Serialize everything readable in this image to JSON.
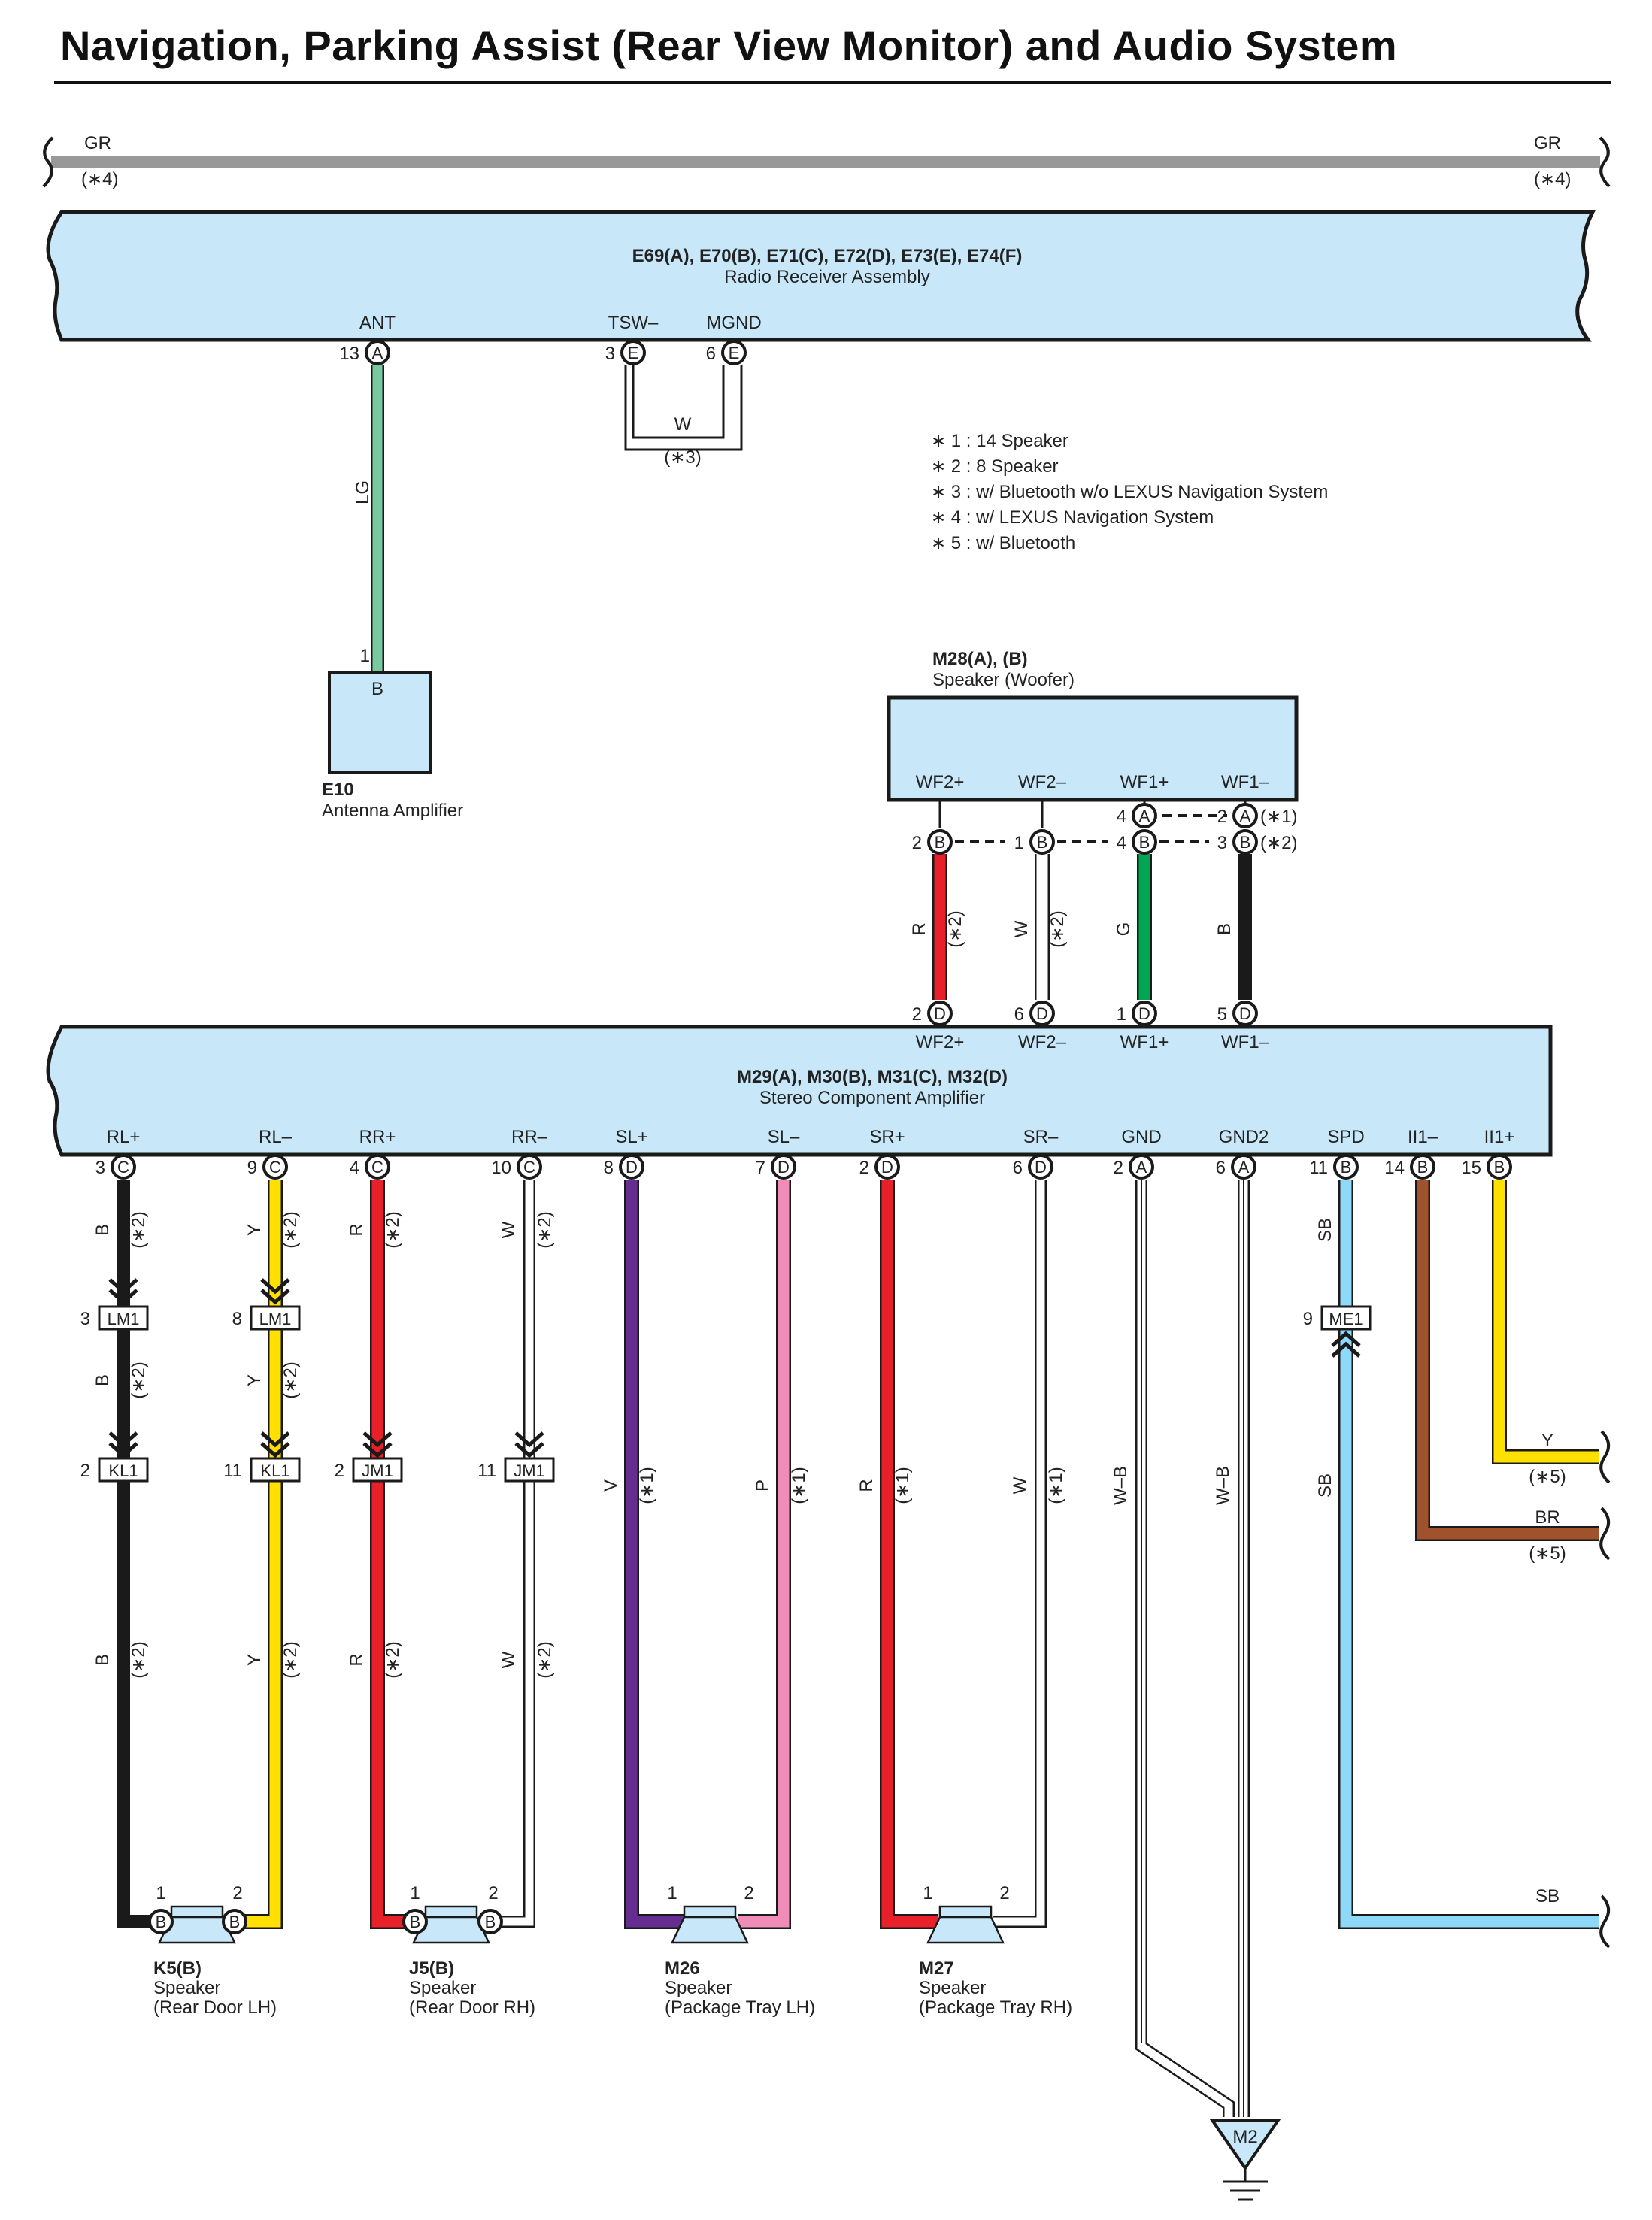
{
  "title": "Navigation, Parking Assist (Rear View Monitor) and Audio System",
  "top_bus": {
    "wire_color": "GR",
    "note": "(∗4)"
  },
  "radio": {
    "code": "E69(A), E70(B), E71(C), E72(D), E73(E), E74(F)",
    "name": "Radio Receiver Assembly",
    "pins": [
      {
        "label": "ANT",
        "num": "13",
        "conn": "A"
      },
      {
        "label": "TSW–",
        "num": "3",
        "conn": "E"
      },
      {
        "label": "MGND",
        "num": "6",
        "conn": "E"
      }
    ],
    "tsw_wire": "W",
    "tsw_note": "(∗3)"
  },
  "antenna_wire": "LG",
  "antenna_amp": {
    "code": "E10",
    "name": "Antenna Amplifier",
    "pin": "1",
    "conn": "B"
  },
  "notes": [
    "∗ 1 : 14 Speaker",
    "∗ 2 : 8 Speaker",
    "∗ 3 : w/ Bluetooth w/o LEXUS Navigation System",
    "∗ 4 : w/ LEXUS Navigation System",
    "∗ 5 : w/ Bluetooth"
  ],
  "woofer": {
    "code": "M28(A), (B)",
    "name": "Speaker (Woofer)",
    "pins": [
      "WF2+",
      "WF2–",
      "WF1+",
      "WF1–"
    ],
    "alt_a": [
      {
        "num": "4",
        "conn": "A"
      },
      {
        "num": "2",
        "conn": "A",
        "note": "(∗1)"
      }
    ],
    "row_b": [
      {
        "num": "2",
        "conn": "B"
      },
      {
        "num": "1",
        "conn": "B"
      },
      {
        "num": "4",
        "conn": "B"
      },
      {
        "num": "3",
        "conn": "B",
        "note": "(∗2)"
      }
    ],
    "wires": [
      {
        "color": "R",
        "note": "(∗2)",
        "hex": "#e8202a"
      },
      {
        "color": "W",
        "note": "(∗2)",
        "hex": "#ffffff"
      },
      {
        "color": "G",
        "note": "",
        "hex": "#00a651"
      },
      {
        "color": "B",
        "note": "",
        "hex": "#1a1a1a"
      }
    ]
  },
  "amp": {
    "code": "M29(A), M30(B), M31(C), M32(D)",
    "name": "Stereo Component Amplifier",
    "top_pins": [
      {
        "label": "WF2+",
        "num": "2",
        "conn": "D"
      },
      {
        "label": "WF2–",
        "num": "6",
        "conn": "D"
      },
      {
        "label": "WF1+",
        "num": "1",
        "conn": "D"
      },
      {
        "label": "WF1–",
        "num": "5",
        "conn": "D"
      }
    ],
    "bottom_pins": [
      {
        "label": "RL+",
        "num": "3",
        "conn": "C"
      },
      {
        "label": "RL–",
        "num": "9",
        "conn": "C"
      },
      {
        "label": "RR+",
        "num": "4",
        "conn": "C"
      },
      {
        "label": "RR–",
        "num": "10",
        "conn": "C"
      },
      {
        "label": "SL+",
        "num": "8",
        "conn": "D"
      },
      {
        "label": "SL–",
        "num": "7",
        "conn": "D"
      },
      {
        "label": "SR+",
        "num": "2",
        "conn": "D"
      },
      {
        "label": "SR–",
        "num": "6",
        "conn": "D"
      },
      {
        "label": "GND",
        "num": "2",
        "conn": "A"
      },
      {
        "label": "GND2",
        "num": "6",
        "conn": "A"
      },
      {
        "label": "SPD",
        "num": "11",
        "conn": "B"
      },
      {
        "label": "II1–",
        "num": "14",
        "conn": "B"
      },
      {
        "label": "II1+",
        "num": "15",
        "conn": "B"
      }
    ]
  },
  "wires": [
    {
      "color": "B",
      "hex": "#1a1a1a"
    },
    {
      "color": "Y",
      "hex": "#ffe000"
    },
    {
      "color": "R",
      "hex": "#e8202a"
    },
    {
      "color": "W",
      "hex": "#ffffff"
    },
    {
      "color": "V",
      "hex": "#662d91"
    },
    {
      "color": "P",
      "hex": "#f08cb8"
    },
    {
      "color": "R",
      "hex": "#e8202a"
    },
    {
      "color": "W",
      "hex": "#ffffff"
    },
    {
      "color": "W–B",
      "hex": "#ffffff"
    },
    {
      "color": "W–B",
      "hex": "#ffffff"
    },
    {
      "color": "SB",
      "hex": "#8ed8f8"
    },
    {
      "color": "BR",
      "hex": "#a0522d"
    },
    {
      "color": "Y",
      "hex": "#ffe000"
    }
  ],
  "note1": "(∗1)",
  "note2": "(∗2)",
  "note5": "(∗5)",
  "junctions": [
    {
      "name": "LM1",
      "num": "3"
    },
    {
      "name": "LM1",
      "num": "8"
    },
    {
      "name": "KL1",
      "num": "2"
    },
    {
      "name": "KL1",
      "num": "11"
    },
    {
      "name": "JM1",
      "num": "2"
    },
    {
      "name": "JM1",
      "num": "11"
    },
    {
      "name": "ME1",
      "num": "9"
    }
  ],
  "speakers": [
    {
      "code": "K5(B)",
      "type": "Speaker",
      "loc": "(Rear Door LH)",
      "pin1": "1",
      "pin2": "2",
      "conn": "B"
    },
    {
      "code": "J5(B)",
      "type": "Speaker",
      "loc": "(Rear Door RH)",
      "pin1": "1",
      "pin2": "2",
      "conn": "B"
    },
    {
      "code": "M26",
      "type": "Speaker",
      "loc": "(Package Tray LH)",
      "pin1": "1",
      "pin2": "2"
    },
    {
      "code": "M27",
      "type": "Speaker",
      "loc": "(Package Tray RH)",
      "pin1": "1",
      "pin2": "2"
    }
  ],
  "ground": "M2",
  "colors": {
    "component_fill": "#c8e8fa",
    "bus_gray": "#999999",
    "line": "#1a1a1a"
  }
}
